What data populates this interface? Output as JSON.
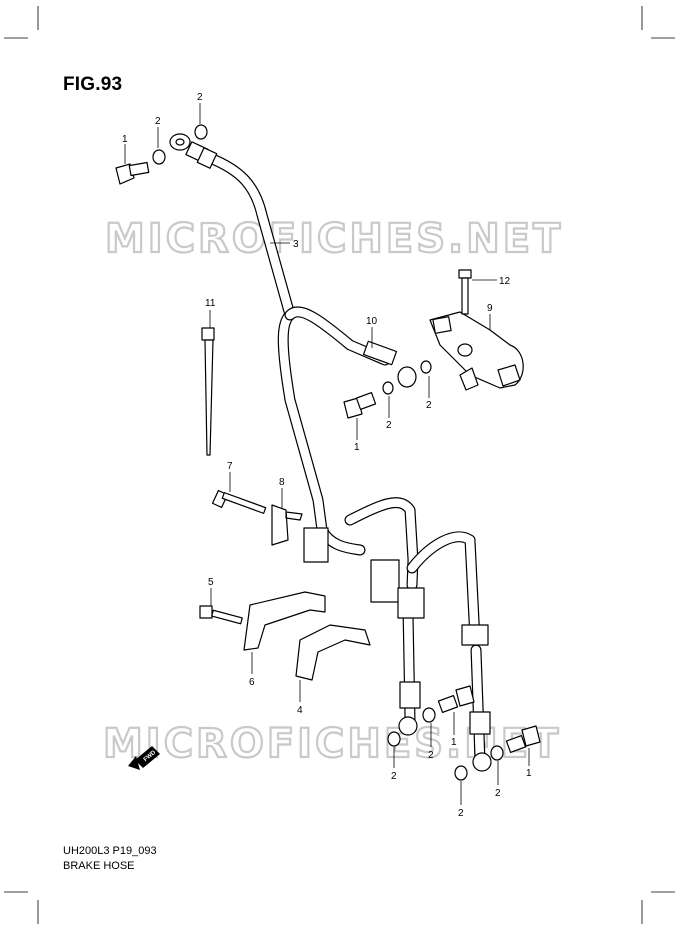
{
  "figure": {
    "title": "FIG.93"
  },
  "watermark": {
    "text": "MICROFICHES.NET"
  },
  "footer": {
    "code": "UH200L3 P19_093",
    "name": "BRAKE  HOSE"
  },
  "fwd_badge": {
    "label": "FWD"
  },
  "callouts": {
    "c_1a": "1",
    "c_2a": "2",
    "c_2b": "2",
    "c_3": "3",
    "c_12": "12",
    "c_9": "9",
    "c_11": "11",
    "c_10": "10",
    "c_2c": "2",
    "c_1b": "1",
    "c_2d": "2",
    "c_7": "7",
    "c_8": "8",
    "c_5": "5",
    "c_6": "6",
    "c_4": "4",
    "c_1c": "1",
    "c_2e": "2",
    "c_2f": "2",
    "c_1d": "1",
    "c_2g": "2",
    "c_2h": "2"
  }
}
